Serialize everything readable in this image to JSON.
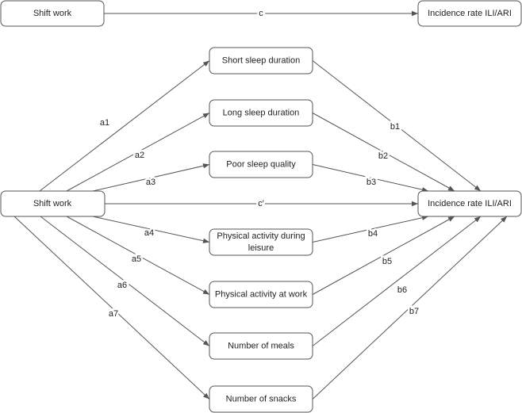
{
  "total_effect": {
    "exposure": "Shift work",
    "outcome": "Incidence rate ILI/ARI",
    "path_label": "c"
  },
  "mediation_model": {
    "exposure": "Shift work",
    "outcome": "Incidence rate ILI/ARI",
    "direct_path_label": "c′",
    "mediators": [
      {
        "label": [
          "Short sleep duration"
        ],
        "a": "a1",
        "b": "b1"
      },
      {
        "label": [
          "Long sleep duration"
        ],
        "a": "a2",
        "b": "b2"
      },
      {
        "label": [
          "Poor sleep quality"
        ],
        "a": "a3",
        "b": "b3"
      },
      {
        "label": [
          "Physical activity during",
          "leisure"
        ],
        "a": "a4",
        "b": "b4"
      },
      {
        "label": [
          "Physical activity at work"
        ],
        "a": "a5",
        "b": "b5"
      },
      {
        "label": [
          "Number of meals"
        ],
        "a": "a6",
        "b": "b6"
      },
      {
        "label": [
          "Number of snacks"
        ],
        "a": "a7",
        "b": "b7"
      }
    ]
  },
  "colors": {
    "line": "#555555",
    "text": "#222222"
  }
}
